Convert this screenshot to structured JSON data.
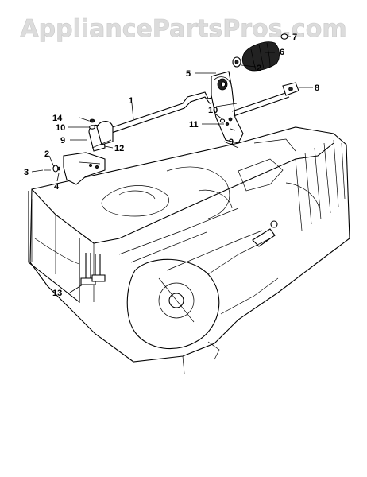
{
  "watermark": "AppliancePartsPros.com",
  "callouts": [
    {
      "id": "c1",
      "text": "1"
    },
    {
      "id": "c2a",
      "text": "2"
    },
    {
      "id": "c2b",
      "text": "2"
    },
    {
      "id": "c3",
      "text": "3"
    },
    {
      "id": "c4",
      "text": "4"
    },
    {
      "id": "c5",
      "text": "5"
    },
    {
      "id": "c6",
      "text": "6"
    },
    {
      "id": "c7",
      "text": "7"
    },
    {
      "id": "c8",
      "text": "8"
    },
    {
      "id": "c9a",
      "text": "9"
    },
    {
      "id": "c9b",
      "text": "9"
    },
    {
      "id": "c10a",
      "text": "10"
    },
    {
      "id": "c10b",
      "text": "10"
    },
    {
      "id": "c11",
      "text": "11"
    },
    {
      "id": "c12",
      "text": "12"
    },
    {
      "id": "c13",
      "text": "13"
    },
    {
      "id": "c14",
      "text": "14"
    }
  ]
}
